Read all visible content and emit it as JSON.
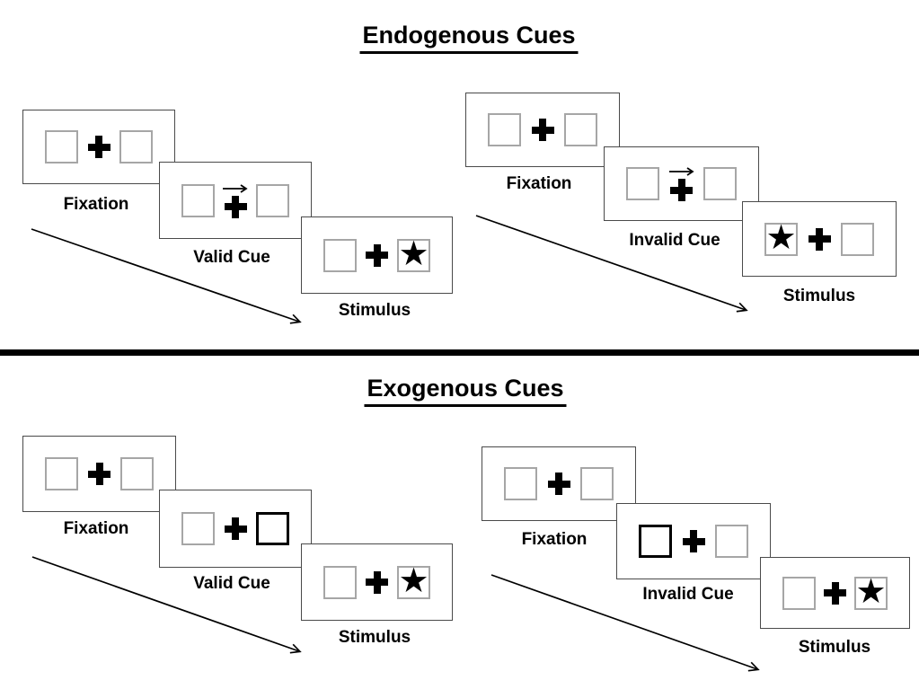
{
  "page": {
    "background": "#ffffff",
    "divider_color": "#000000",
    "card_border_color": "#4a4a4a",
    "placeholder_box_border_color": "#a6a6a6",
    "cue_highlight_border_color": "#000000",
    "arrow_color": "#000000"
  },
  "glyphs": {
    "star": "★"
  },
  "sections": [
    {
      "title": "Endogenous Cues",
      "cue_type": "central arrow",
      "sequences": [
        {
          "name": "valid",
          "cue": "arrow-right",
          "star_side": "right",
          "steps": [
            {
              "label": "Fixation"
            },
            {
              "label": "Valid Cue"
            },
            {
              "label": "Stimulus"
            }
          ]
        },
        {
          "name": "invalid",
          "cue": "arrow-right",
          "star_side": "left",
          "steps": [
            {
              "label": "Fixation"
            },
            {
              "label": "Invalid Cue"
            },
            {
              "label": "Stimulus"
            }
          ]
        }
      ]
    },
    {
      "title": "Exogenous Cues",
      "cue_type": "peripheral box highlight",
      "sequences": [
        {
          "name": "valid",
          "cue": "highlight-right",
          "star_side": "right",
          "steps": [
            {
              "label": "Fixation"
            },
            {
              "label": "Valid Cue"
            },
            {
              "label": "Stimulus"
            }
          ]
        },
        {
          "name": "invalid",
          "cue": "highlight-left",
          "star_side": "right",
          "steps": [
            {
              "label": "Fixation"
            },
            {
              "label": "Invalid Cue"
            },
            {
              "label": "Stimulus"
            }
          ]
        }
      ]
    }
  ]
}
